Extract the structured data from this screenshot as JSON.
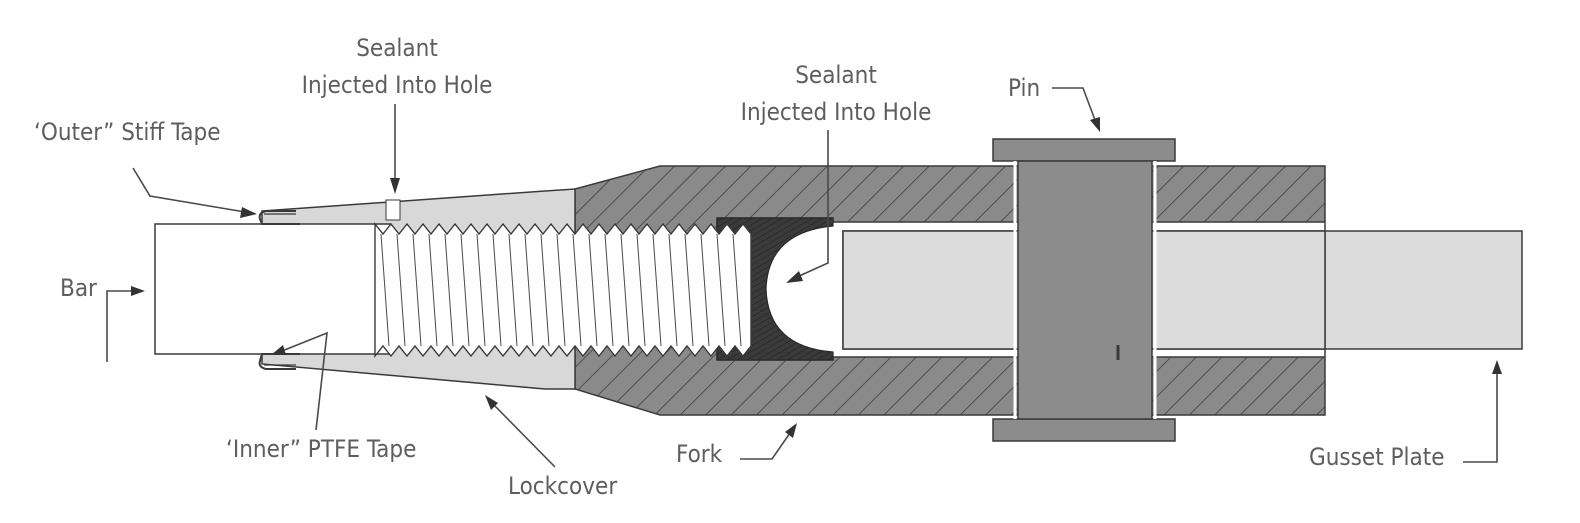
{
  "labels": {
    "sealant_left_line1": "Sealant",
    "sealant_left_line2": "Injected Into Hole",
    "sealant_right_line1": "Sealant",
    "sealant_right_line2": "Injected Into Hole",
    "outer_tape": "‘Outer” Stiff Tape",
    "inner_tape": "‘Inner” PTFE Tape",
    "bar": "Bar",
    "lockcover": "Lockcover",
    "fork": "Fork",
    "pin": "Pin",
    "gusset_plate": "Gusset Plate"
  },
  "colors": {
    "fork_fill": "#8a8a8a",
    "pin_fill": "#8c8c8c",
    "gusset_fill": "#dcdcdc",
    "lockcover_fill": "#d8d8d8",
    "thread_fill": "#ffffff",
    "sealant_fill": "#3c3c3c",
    "label_color": "#5e5e5e"
  }
}
